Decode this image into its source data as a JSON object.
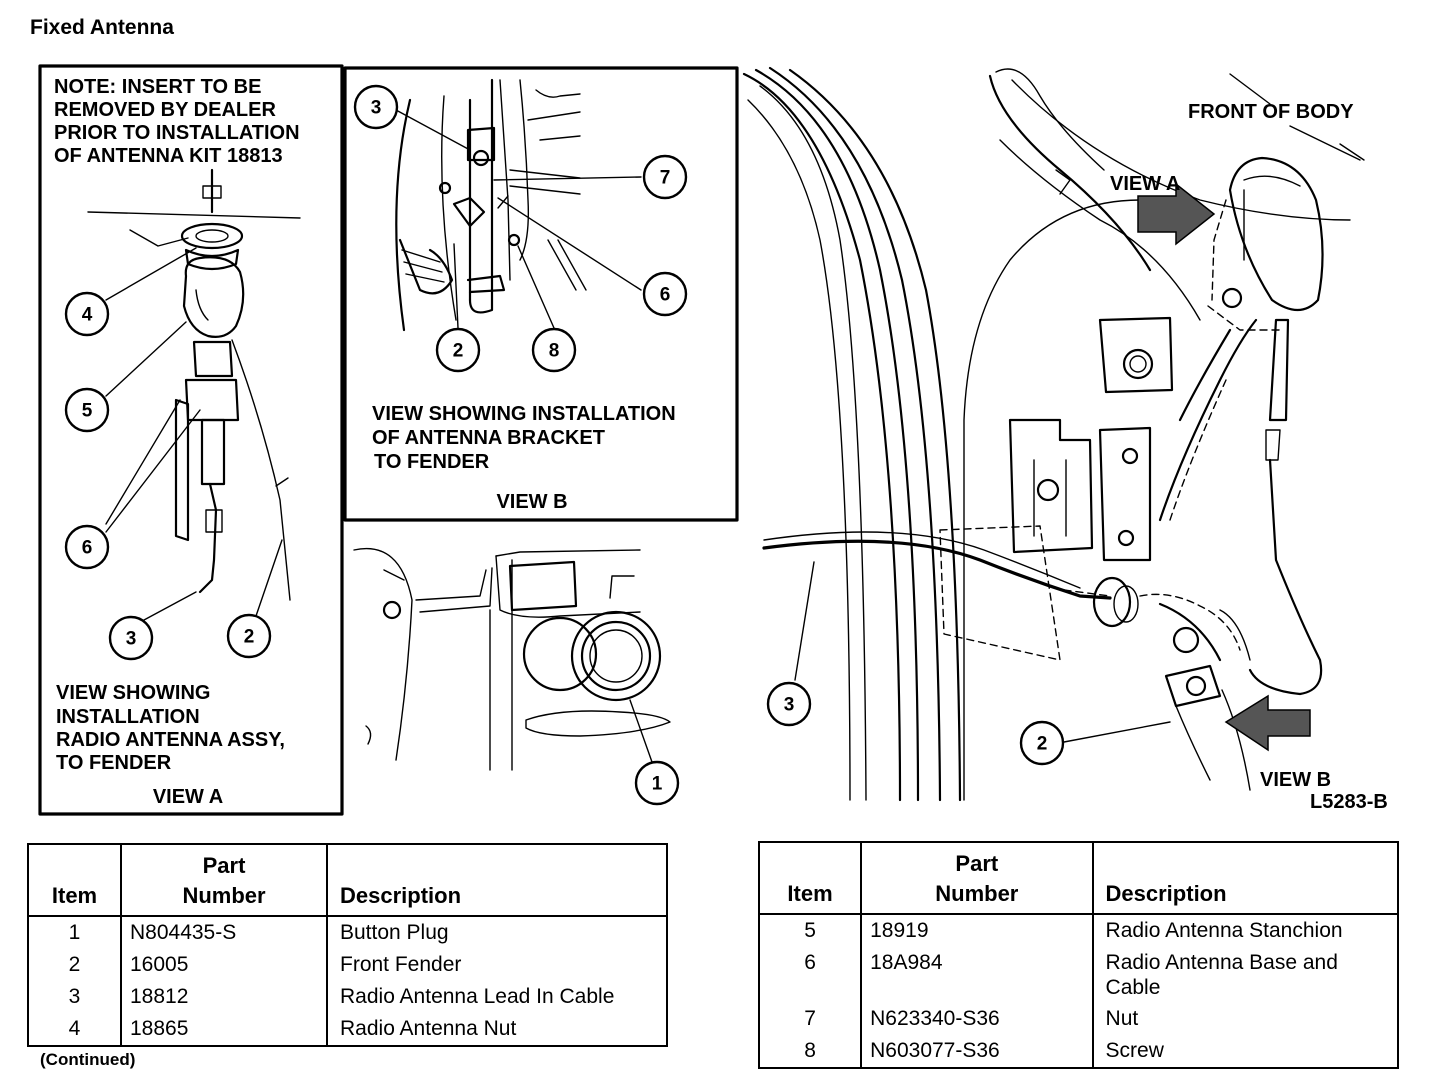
{
  "title": "Fixed Antenna",
  "view_a": {
    "note": [
      "NOTE: INSERT TO BE",
      "REMOVED BY DEALER",
      "PRIOR TO INSTALLATION",
      "OF ANTENNA KIT 18813"
    ],
    "caption": [
      "VIEW SHOWING",
      "INSTALLATION",
      "RADIO ANTENNA ASSY,",
      "TO FENDER"
    ],
    "view_label": "VIEW A",
    "callouts": [
      "4",
      "5",
      "6",
      "3",
      "2"
    ]
  },
  "view_b": {
    "caption": [
      "VIEW SHOWING INSTALLATION",
      "OF ANTENNA BRACKET",
      "TO FENDER"
    ],
    "view_label": "VIEW B",
    "callouts": [
      "3",
      "7",
      "6",
      "2",
      "8"
    ]
  },
  "lower_view": {
    "callouts": [
      "1"
    ]
  },
  "main_view": {
    "front_of_body": "FRONT OF BODY",
    "view_a_arrow": "VIEW A",
    "view_b_arrow": "VIEW B",
    "figure_id": "L5283-B",
    "callouts": [
      "3",
      "2"
    ]
  },
  "table_left": {
    "headers": {
      "item": "Item",
      "part_number_1": "Part",
      "part_number_2": "Number",
      "description": "Description"
    },
    "rows": [
      {
        "item": "1",
        "part_number": "N804435-S",
        "description": "Button Plug"
      },
      {
        "item": "2",
        "part_number": "16005",
        "description": "Front Fender"
      },
      {
        "item": "3",
        "part_number": "18812",
        "description": "Radio Antenna Lead In Cable"
      },
      {
        "item": "4",
        "part_number": "18865",
        "description": "Radio Antenna Nut"
      }
    ]
  },
  "table_right": {
    "headers": {
      "item": "Item",
      "part_number_1": "Part",
      "part_number_2": "Number",
      "description": "Description"
    },
    "rows": [
      {
        "item": "5",
        "part_number": "18919",
        "description": "Radio Antenna Stanchion"
      },
      {
        "item": "6",
        "part_number": "18A984",
        "description": "Radio Antenna Base and Cable"
      },
      {
        "item": "7",
        "part_number": "N623340-S36",
        "description": "Nut"
      },
      {
        "item": "8",
        "part_number": "N603077-S36",
        "description": "Screw"
      }
    ]
  },
  "continued": "(Continued)"
}
